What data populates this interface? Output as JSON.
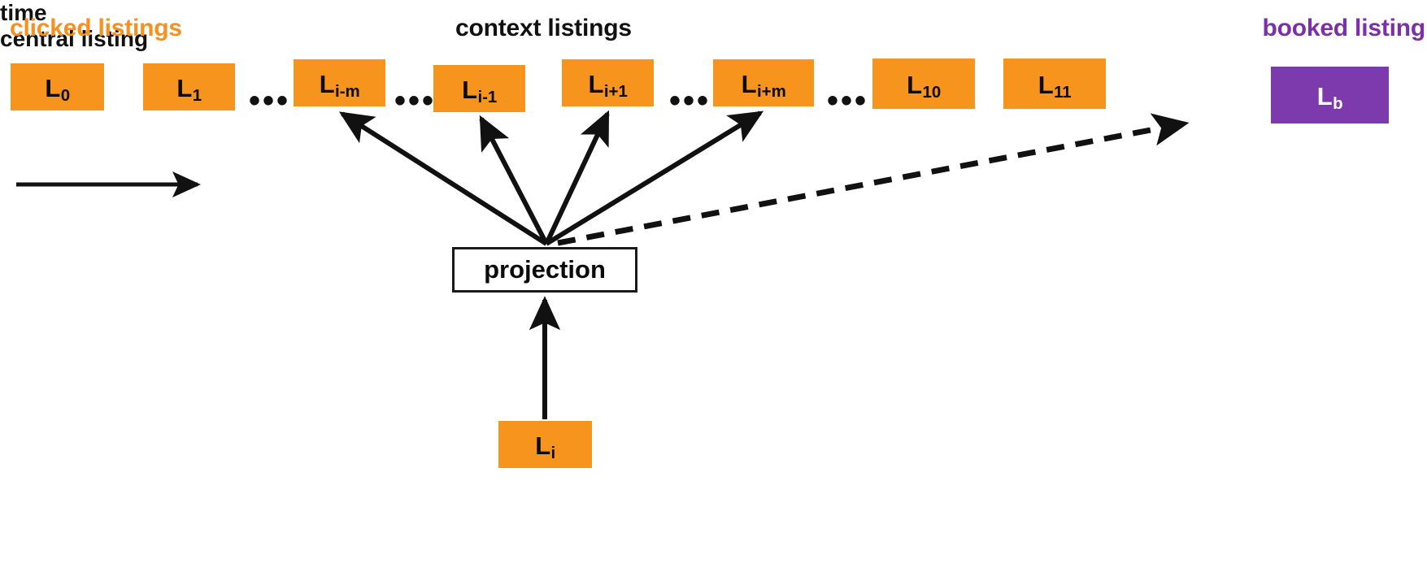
{
  "diagram": {
    "title_labels": {
      "clicked": "clicked listings",
      "context": "context listings",
      "booked": "booked listing",
      "time": "time",
      "central": "central listing"
    },
    "colors": {
      "clicked_orange": "#F7941E",
      "booked_purple": "#7D3AAD",
      "clicked_label": "#F6901E",
      "booked_label": "#7B2FA8",
      "ink": "#111111",
      "background": "#FFFFFF"
    },
    "projection": {
      "label": "projection"
    },
    "sequence": [
      {
        "name": "L0",
        "base": "L",
        "sub": "0",
        "type": "clicked",
        "context": false
      },
      {
        "name": "L1",
        "base": "L",
        "sub": "1",
        "type": "clicked",
        "context": false
      },
      {
        "name": "gap1",
        "base": "•••",
        "sub": "",
        "type": "ellipsis",
        "context": false
      },
      {
        "name": "Li-m",
        "base": "L",
        "sub": "i-m",
        "type": "clicked",
        "context": true
      },
      {
        "name": "gap2",
        "base": "•••",
        "sub": "",
        "type": "ellipsis",
        "context": false
      },
      {
        "name": "Li-1",
        "base": "L",
        "sub": "i-1",
        "type": "clicked",
        "context": true
      },
      {
        "name": "Li+1",
        "base": "L",
        "sub": "i+1",
        "type": "clicked",
        "context": true
      },
      {
        "name": "gap3",
        "base": "•••",
        "sub": "",
        "type": "ellipsis",
        "context": false
      },
      {
        "name": "Li+m",
        "base": "L",
        "sub": "i+m",
        "type": "clicked",
        "context": true
      },
      {
        "name": "gap4",
        "base": "•••",
        "sub": "",
        "type": "ellipsis",
        "context": false
      },
      {
        "name": "L10",
        "base": "L",
        "sub": "10",
        "type": "clicked",
        "context": false
      },
      {
        "name": "L11",
        "base": "L",
        "sub": "11",
        "type": "clicked",
        "context": false
      },
      {
        "name": "Lb",
        "base": "L",
        "sub": "b",
        "type": "booked",
        "context": false
      }
    ],
    "central_listing": {
      "name": "Li",
      "base": "L",
      "sub": "i",
      "type": "clicked"
    },
    "edges": {
      "context_arrows": 4,
      "central_arrow": 1,
      "booked_arrow_style": "dashed",
      "time_arrow_direction": "right"
    }
  }
}
